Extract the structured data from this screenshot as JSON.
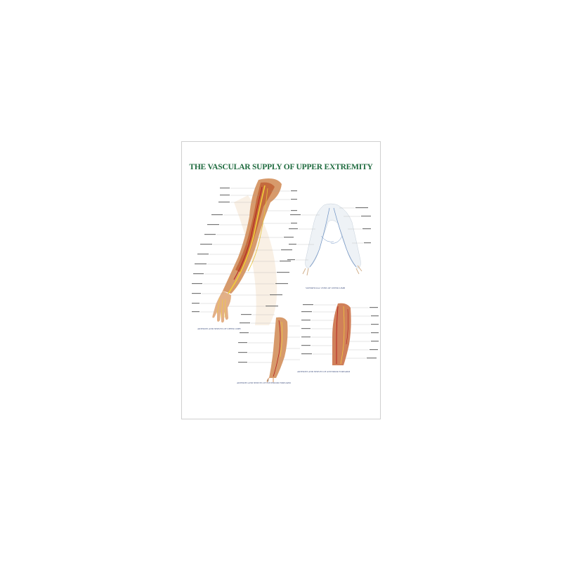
{
  "poster": {
    "title": "THE VASCULAR SUPPLY OF UPPER EXTREMITY",
    "title_color": "#1f6b3f",
    "caption_color": "#3a4a7a"
  },
  "figures": {
    "arm_main": {
      "caption": "ARTERIES AND NERVES OF UPPER LIMB"
    },
    "superficial_veins": {
      "caption": "SUPERFICIAL VEINS OF UPPER LIMB"
    },
    "posterior_forearm": {
      "caption": "ARTERIES AND NERVES OF POSTERIOR FOREARM"
    },
    "anterior_forearm": {
      "caption": "ARTERIES AND NERVES OF ANTERIOR FOREARM"
    }
  }
}
